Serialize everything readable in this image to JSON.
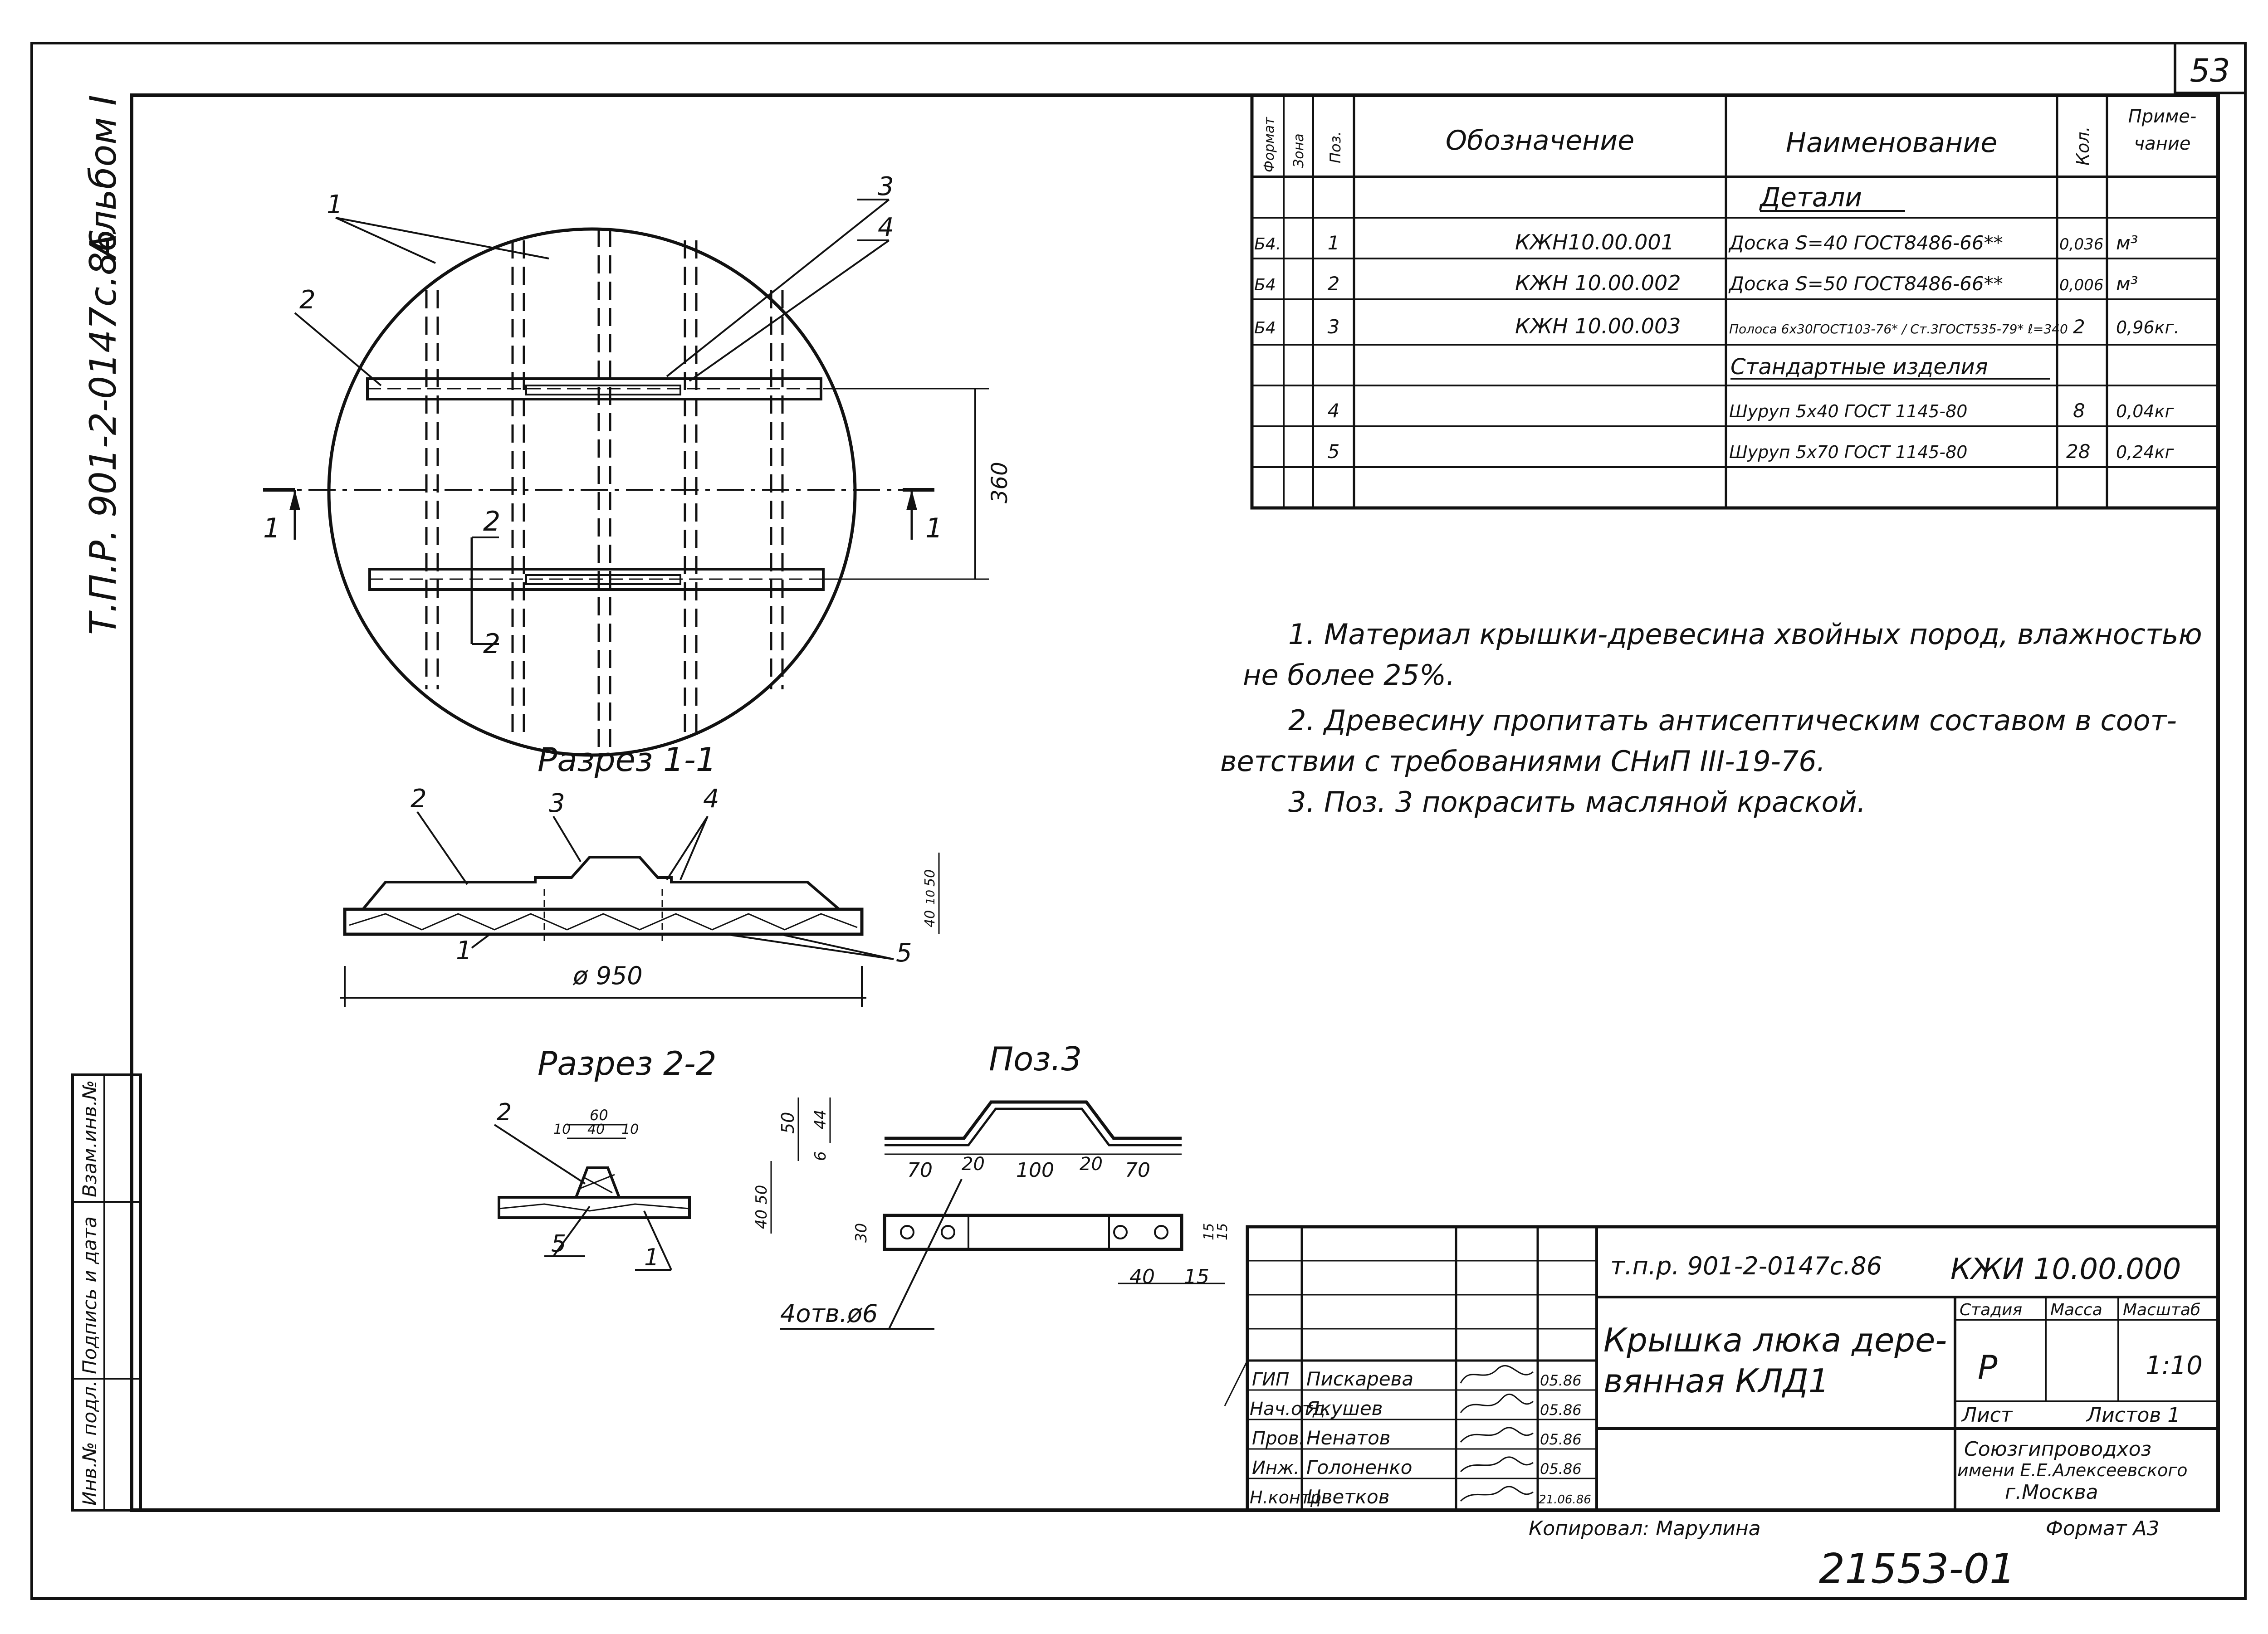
{
  "page_number": "53",
  "side_label": {
    "album": "Альбом I",
    "project": "Т.П.Р. 901-2-0147с.86"
  },
  "spec_table": {
    "headers": [
      "Формат",
      "Зона",
      "Поз.",
      "Обозначение",
      "Наименование",
      "Кол.",
      "Приме-\nчание"
    ],
    "section_details": "Детали",
    "section_standard": "Стандартные изделия",
    "rows": [
      {
        "format": "Б4.",
        "pos": "1",
        "designation": "КЖН10.00.001",
        "name": "Доска S=40 ГОСТ8486-66**",
        "qty": "0,036",
        "note": "м³"
      },
      {
        "format": "Б4",
        "pos": "2",
        "designation": "КЖН 10.00.002",
        "name": "Доска S=50 ГОСТ8486-66**",
        "qty": "0,006",
        "note": "м³"
      },
      {
        "format": "Б4",
        "pos": "3",
        "designation": "КЖН 10.00.003",
        "name": "Полоса 6х30ГОСТ103-76* / Ст.3ГОСТ535-79* ℓ=340",
        "qty": "2",
        "note": "0,96кг."
      },
      {
        "format": "",
        "pos": "4",
        "designation": "",
        "name": "Шуруп 5х40 ГОСТ 1145-80",
        "qty": "8",
        "note": "0,04кг"
      },
      {
        "format": "",
        "pos": "5",
        "designation": "",
        "name": "Шуруп 5х70 ГОСТ 1145-80",
        "qty": "28",
        "note": "0,24кг"
      }
    ]
  },
  "notes": [
    "1. Материал крышки-древесина хвойных пород, влажностью",
    "не более 25%.",
    "2. Древесину пропитать антисептическим составом   в соот-",
    "ветствии  с требованиями   СНиП III-19-76.",
    "3. Поз. 3 покрасить  масляной  краской."
  ],
  "drawing": {
    "plan_labels": [
      "1",
      "2",
      "3",
      "4",
      "1",
      "1",
      "2",
      "2"
    ],
    "plan_dim": "360",
    "section11_title": "Разрез 1-1",
    "section11_labels": [
      "2",
      "3",
      "4",
      "1",
      "5"
    ],
    "section11_dim": "ø 950",
    "section11_small_dims": [
      "50",
      "40",
      "10"
    ],
    "section22_title": "Разрез 2-2",
    "section22_labels": [
      "2",
      "5",
      "1"
    ],
    "section22_dims": [
      "60",
      "10",
      "40",
      "10",
      "50",
      "40"
    ],
    "pos3_title": "Поз.3",
    "pos3_dims": [
      "50",
      "44",
      "6",
      "70",
      "20",
      "100",
      "20",
      "70",
      "30",
      "15",
      "15",
      "40",
      "15"
    ],
    "pos3_holes": "4отв.ø6"
  },
  "title_block": {
    "project_code": "т.п.р. 901-2-0147с.86",
    "doc_code": "КЖИ 10.00.000",
    "title": "Крышка люка дере-\nвянная  КЛД1",
    "stage_header": "Стадия",
    "mass_header": "Масса",
    "scale_header": "Масштаб",
    "stage": "Р",
    "mass": "",
    "scale": "1:10",
    "sheet_label": "Лист",
    "sheets_label": "Листов 1",
    "org": "Союзгипроводхоз\nимени Е.Е.Алексеевского\nг.Москва",
    "staff": [
      {
        "role": "ГИП",
        "name": "Пискарева",
        "date": "05.86"
      },
      {
        "role": "Нач.отд.",
        "name": "Якушев",
        "date": "05.86"
      },
      {
        "role": "Пров.",
        "name": "Ненатов",
        "date": "05.86"
      },
      {
        "role": "Инж.",
        "name": "Голоненко",
        "date": "05.86"
      },
      {
        "role": "Н.контр.",
        "name": "Цветков",
        "date": "21.06.86"
      }
    ]
  },
  "left_stamp": [
    "Инв.№ подл.",
    "Подпись и дата",
    "Взам.инв.№"
  ],
  "footer": {
    "copied": "Копировал: Марулина",
    "format": "Формат А3",
    "number": "21553-01"
  }
}
